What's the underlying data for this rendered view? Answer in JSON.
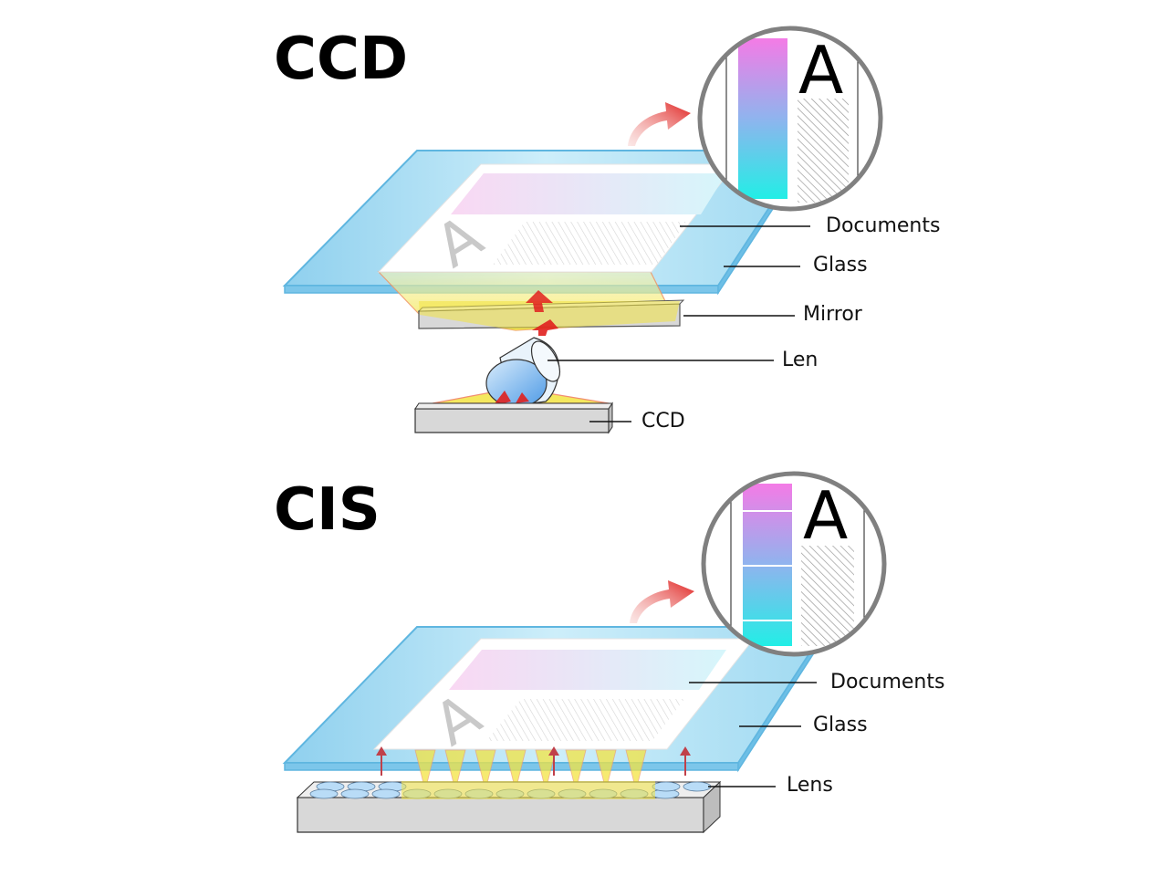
{
  "sections": {
    "ccd": {
      "title": "CCD",
      "labels": {
        "documents": "Documents",
        "glass": "Glass",
        "mirror": "Mirror",
        "len": "Len",
        "ccd": "CCD"
      },
      "magnifier_letter": "A",
      "document_letter": "A"
    },
    "cis": {
      "title": "CIS",
      "labels": {
        "documents": "Documents",
        "glass": "Glass",
        "lens": "Lens"
      },
      "magnifier_letter": "A",
      "document_letter": "A"
    }
  },
  "colors": {
    "glass": "#9fd6ef",
    "glass_edge": "#5fb6e0",
    "light_beam": "#f5e96a",
    "arrow_red": "#e0201e",
    "sensor_gray": "#d8d8d8",
    "gradient_top": "#f47be6",
    "gradient_bottom": "#22eee6"
  }
}
